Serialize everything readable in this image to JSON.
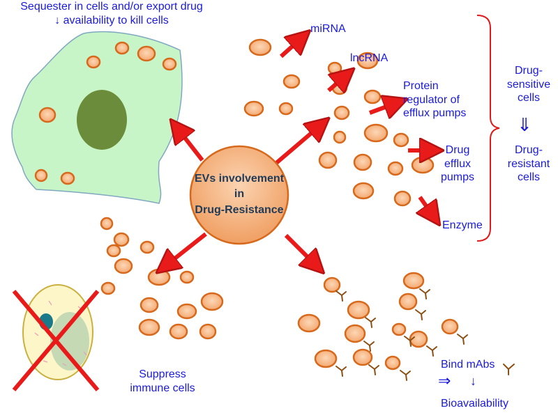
{
  "center": {
    "line1": "EVs involvement",
    "line2": "in",
    "line3": "Drug-Resistance"
  },
  "labels": {
    "sequester_line1": "Sequester in cells and/or export drug",
    "sequester_line2": "↓ availability to kill cells",
    "mirna": "miRNA",
    "lncrna": "lncRNA",
    "protein_line1": "Protein",
    "protein_line2": "regulator of",
    "protein_line3": "efflux pumps",
    "drug_efflux_line1": "Drug",
    "drug_efflux_line2": "efflux",
    "drug_efflux_line3": "pumps",
    "enzyme": "Enzyme",
    "sensitive_line1": "Drug-",
    "sensitive_line2": "sensitive",
    "sensitive_line3": "cells",
    "down_arrow": "⇓",
    "resistant_line1": "Drug-",
    "resistant_line2": "resistant",
    "resistant_line3": "cells",
    "suppress_line1": "Suppress",
    "suppress_line2": "immune cells",
    "bind_mabs": "Bind mAbs",
    "implies": "⇒",
    "down_small": "↓",
    "bioavailability": "Bioavailability"
  },
  "colors": {
    "vesicle_fill": "#f7b98a",
    "vesicle_stroke": "#d7691c",
    "arrow": "#e81a1a",
    "bracket": "#e01a1a",
    "text_blue": "#1a1adb",
    "cell_fill": "#c8f5c8",
    "nucleus": "#6b8c3a",
    "center_fill": "#f2a673"
  }
}
